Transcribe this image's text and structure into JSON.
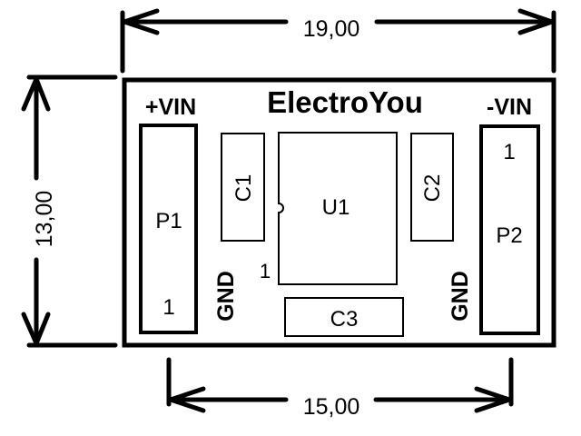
{
  "colors": {
    "ink": "#000000",
    "background": "#ffffff"
  },
  "dimensions": {
    "width_total": "19,00",
    "height_total": "13,00",
    "connector_spacing": "15,00"
  },
  "board": {
    "title": "ElectroYou",
    "labels": {
      "plus_vin": "+VIN",
      "minus_vin": "-VIN",
      "gnd_left": "GND",
      "gnd_right": "GND"
    },
    "components": {
      "p1": {
        "ref": "P1",
        "pin1": "1"
      },
      "p2": {
        "ref": "P2",
        "pin1": "1"
      },
      "c1": {
        "ref": "C1"
      },
      "c2": {
        "ref": "C2"
      },
      "c3": {
        "ref": "C3"
      },
      "u1": {
        "ref": "U1",
        "pin1": "1"
      }
    }
  }
}
